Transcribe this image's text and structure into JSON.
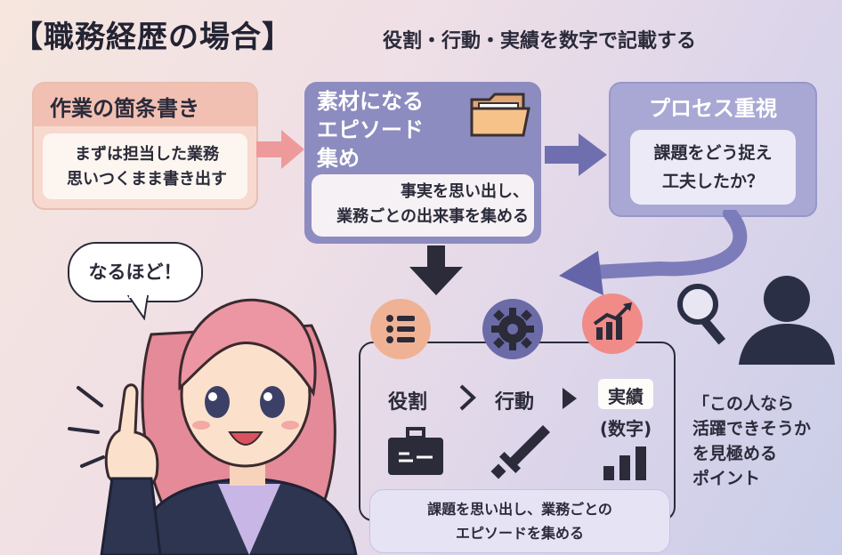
{
  "header": {
    "title": "【職務経歴の場合】",
    "subtitle": "役割・行動・実績を数字で記載する"
  },
  "step1": {
    "title": "作業の箇条書き",
    "body_line1": "まずは担当した業務",
    "body_line2": "思いつくまま書き出す"
  },
  "step2": {
    "title_line1": "素材になる",
    "title_line2": "エピソード",
    "title_line3": "集め",
    "body_line1": "事実を思い出し、",
    "body_line2": "業務ごとの出来事を集める"
  },
  "step3": {
    "title": "プロセス重視",
    "body_line1": "課題をどう捉え",
    "body_line2": "工夫したか？"
  },
  "speech": {
    "text": "なるほど！"
  },
  "flow": {
    "role_label": "役割",
    "action_label": "行動",
    "result_label": "実績",
    "result_sub": "(数字)",
    "summary_line1": "課題を思い出し、業務ごとの",
    "summary_line2": "エピソードを集める"
  },
  "recruiter": {
    "line1": "「この人なら",
    "line2": "活躍できそうか",
    "line3": "を見極める",
    "line4": "ポイント"
  },
  "colors": {
    "pink": "#f2c0b2",
    "violet": "#8d8cc0",
    "lavender": "#a9a8d4",
    "dark": "#2b2b3a"
  },
  "icons": [
    "folder-icon",
    "list-icon",
    "gear-icon",
    "chart-up-icon",
    "briefcase-icon",
    "sword-icon",
    "bars-icon",
    "magnifier-icon",
    "person-silhouette-icon"
  ]
}
